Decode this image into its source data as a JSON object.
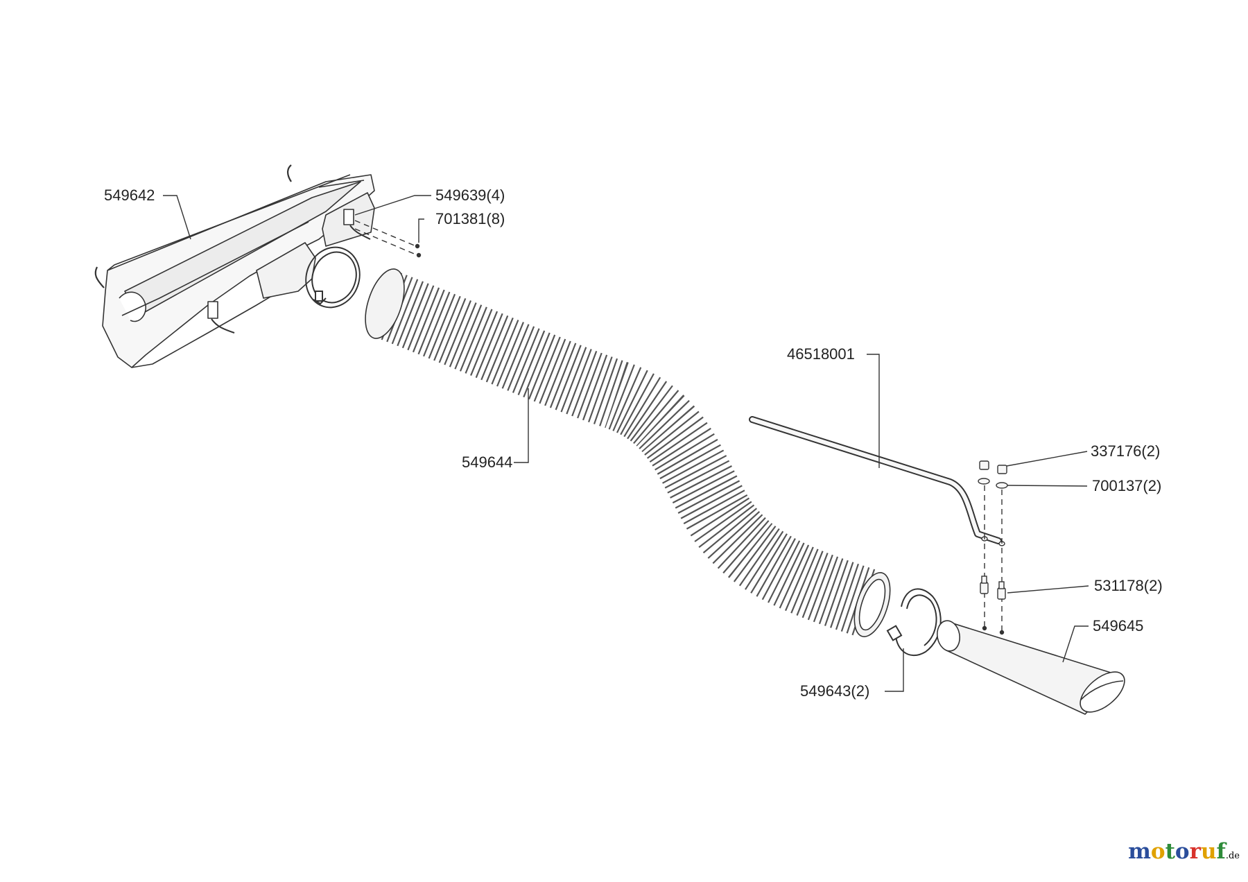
{
  "parts": [
    {
      "id": "p549642",
      "number": "549642"
    },
    {
      "id": "p549639",
      "number": "549639(4)"
    },
    {
      "id": "p701381",
      "number": "701381(8)"
    },
    {
      "id": "p549644",
      "number": "549644"
    },
    {
      "id": "p46518001",
      "number": "46518001"
    },
    {
      "id": "p337176",
      "number": "337176(2)"
    },
    {
      "id": "p700137",
      "number": "700137(2)"
    },
    {
      "id": "p531178",
      "number": "531178(2)"
    },
    {
      "id": "p549645",
      "number": "549645"
    },
    {
      "id": "p549643",
      "number": "549643(2)"
    }
  ],
  "logo": {
    "letters": [
      "m",
      "o",
      "t",
      "o",
      "r",
      "u",
      "f"
    ],
    "colors": [
      "#2a4d9b",
      "#e0a100",
      "#2e8b3a",
      "#2a4d9b",
      "#d8322b",
      "#e0a100",
      "#2e8b3a"
    ],
    "suffix": ".de"
  },
  "colors": {
    "line": "#333333",
    "fill": "#f7f7f7",
    "hose_rib": "#555555"
  }
}
